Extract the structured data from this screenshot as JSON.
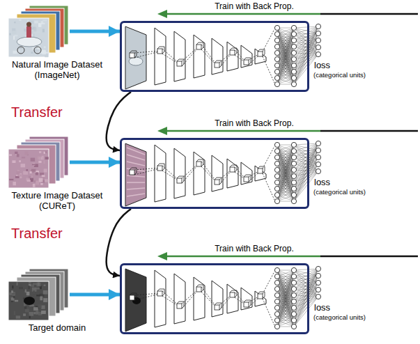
{
  "diagram": {
    "nodes": [
      {
        "text": [
          "Natural Image Dataset (ImageNet)"
        ]
      },
      {
        "text": [
          "loss",
          "(categorical units)"
        ]
      },
      {
        "text": [
          "Texture Image Dataset (CUReT)"
        ]
      },
      {
        "text": [
          "loss",
          "(categorical units)"
        ]
      },
      {
        "text": [
          "Target domain"
        ]
      },
      {
        "text": [
          "loss",
          "(categorical units)"
        ]
      }
    ],
    "edges": [
      {
        "from": 0,
        "to": 1,
        "arrow": "to"
      },
      {
        "from": 1,
        "to": 3,
        "label": "Transfer",
        "arrow": "to"
      },
      {
        "from": 2,
        "to": 3,
        "arrow": "to"
      },
      {
        "from": 3,
        "to": 5,
        "label": "Transfer",
        "arrow": "to"
      },
      {
        "from": 4,
        "to": 5,
        "arrow": "to"
      }
    ],
    "labels": [
      "Train with Back Prop.",
      "Train with Back Prop.",
      "Train with Back Prop."
    ]
  }
}
